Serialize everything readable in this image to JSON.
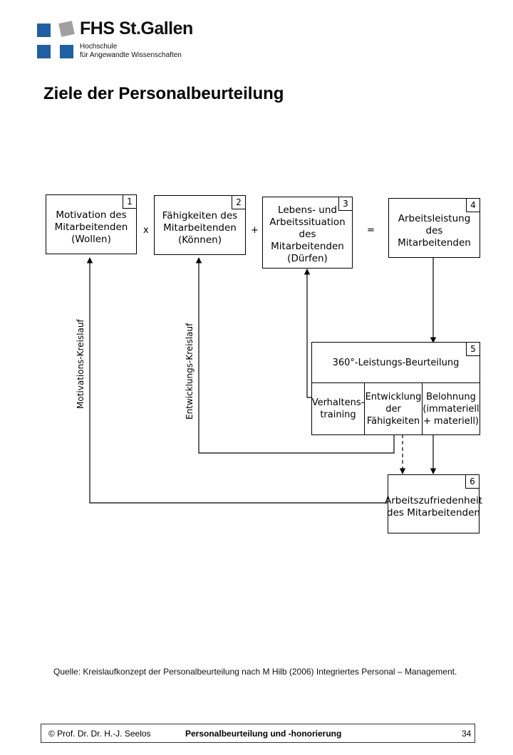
{
  "logo": {
    "title": "FHS St.Gallen",
    "line1": "Hochschule",
    "line2": "für Angewandte Wissenschaften",
    "colors": {
      "blue": "#1f5fa3",
      "grey": "#a0a0a0"
    }
  },
  "slide_title": "Ziele der Personalbeurteilung",
  "diagram": {
    "boxes": [
      {
        "num": "1",
        "text": "Motivation des Mitarbeitenden (Wollen)"
      },
      {
        "num": "2",
        "text": "Fähigkeiten des Mitarbeitenden (Können)"
      },
      {
        "num": "3",
        "text": "Lebens- und Arbeitssituation des Mitarbeitenden (Dürfen)"
      },
      {
        "num": "4",
        "text": "Arbeitsleistung des Mitarbeitenden"
      },
      {
        "num": "5",
        "text": "360°-Leistungs-Beurteilung"
      },
      {
        "num": "6",
        "text": "Arbeitszufriedenheit des Mitarbeitenden"
      }
    ],
    "operators": [
      "x",
      "+",
      "="
    ],
    "sub_cells": [
      "Verhaltens- training",
      "Entwicklung der Fähigkeiten",
      "Belohnung (immateriell + materiell)"
    ],
    "loop_labels": [
      "Motivations-Kreislauf",
      "Entwicklungs-Kreislauf"
    ]
  },
  "source": "Quelle: Kreislaufkonzept der Personalbeurteilung nach M Hilb (2006) Integriertes Personal – Management.",
  "footer": {
    "author": "© Prof. Dr. Dr. H.-J. Seelos",
    "course": "Personalbeurteilung und -honorierung",
    "page": "34"
  }
}
